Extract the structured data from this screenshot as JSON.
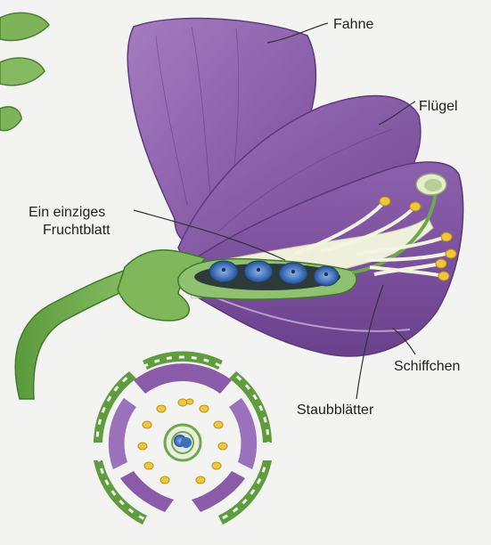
{
  "labels": {
    "banner": "Fahne",
    "wing": "Flügel",
    "carpel_line1": "Ein einziges",
    "carpel_line2": "Fruchtblatt",
    "keel": "Schiffchen",
    "stamens": "Staubblätter"
  },
  "colors": {
    "background": "#f3f4f1",
    "petal_purple": "#8a5ba8",
    "petal_light": "#b391c8",
    "petal_dark": "#6d4590",
    "stem_green": "#6ea84a",
    "stem_dark": "#3f7a2a",
    "ovule_blue": "#3f6fb8",
    "anther_yellow": "#f0c63a",
    "filament_cream": "#eef0dc"
  }
}
